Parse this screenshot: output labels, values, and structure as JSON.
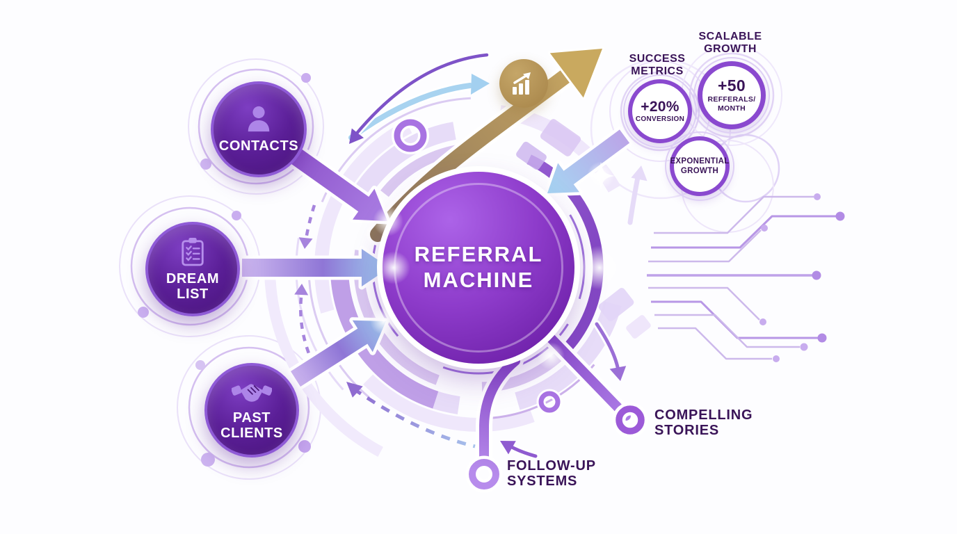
{
  "center": {
    "line1": "REFERRAL",
    "line2": "MACHINE"
  },
  "input_nodes": [
    {
      "id": "contacts",
      "icon": "person-icon",
      "line1": "CONTACTS",
      "line2": ""
    },
    {
      "id": "dream-list",
      "icon": "checklist-clipboard-icon",
      "line1": "DREAM",
      "line2": "LIST"
    },
    {
      "id": "past-clients",
      "icon": "handshake-icon",
      "line1": "PAST",
      "line2": "CLIENTS"
    }
  ],
  "metrics": {
    "success": {
      "heading_line1": "SUCCESS",
      "heading_line2": "METRICS",
      "value": "+20%",
      "caption_line1": "CONVERSION",
      "caption_line2": ""
    },
    "scalable": {
      "heading_line1": "SCALABLE",
      "heading_line2": "GROWTH",
      "value": "+50",
      "caption_line1": "REFFERALS/",
      "caption_line2": "MONTH"
    },
    "exponential": {
      "line1": "EXPONENTIAL",
      "line2": "GROWTH"
    }
  },
  "outputs": {
    "compelling": {
      "line1": "COMPELLING",
      "line2": "STORIES"
    },
    "followup": {
      "line1": "FOLLOW-UP",
      "line2": "SYSTEMS"
    }
  },
  "icons": {
    "center_badge": "growth-chart-icon",
    "contacts": "person-icon",
    "dream_list": "checklist-clipboard-icon",
    "past_clients": "handshake-icon"
  },
  "colors": {
    "deep_purple_text": "#3A1458",
    "node_purple": "#5A1E96",
    "center_purple": "#8E3CCB",
    "ring_light": "#E4D8F7",
    "gold": "#B6955A",
    "arrow_blue": "#A8D3F0",
    "arrow_purple": "#8A4FC8",
    "circuit": "#CDB9EB"
  }
}
